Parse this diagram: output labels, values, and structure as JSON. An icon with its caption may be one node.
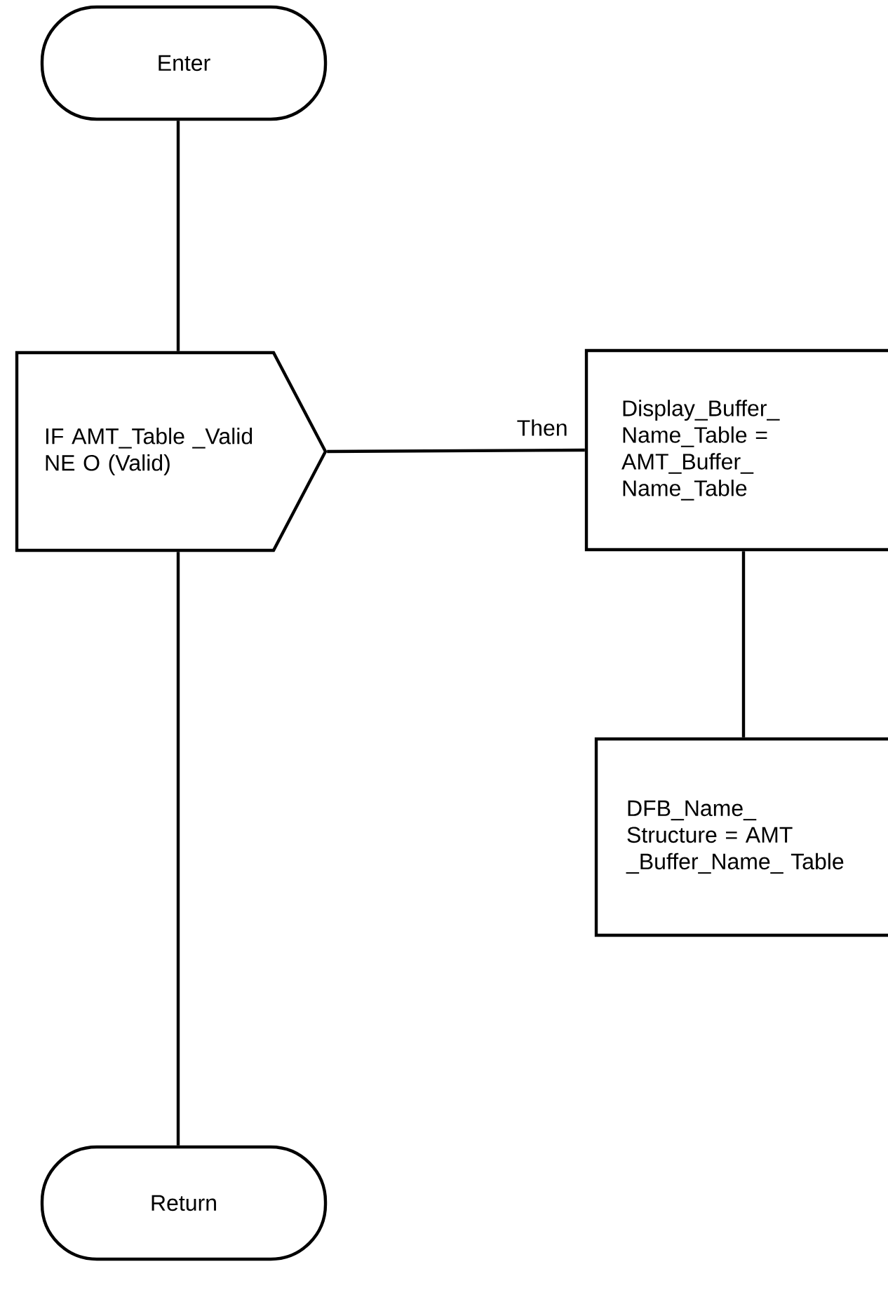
{
  "diagram": {
    "nodes": [
      {
        "text": [
          "Enter"
        ]
      },
      {
        "text": [
          "IF AMT_Table _Valid NE O (Valid)"
        ]
      },
      {
        "text": [
          "Display_Buffer_ Name_Table = AMT_Buffer_ Name_Table"
        ]
      },
      {
        "text": [
          "DFB_Name_ Structure = AMT _Buffer_Name_ Table"
        ]
      },
      {
        "text": [
          "Return"
        ]
      }
    ],
    "edges": [
      {
        "from": 0,
        "to": 1,
        "arrow": "none"
      },
      {
        "from": 1,
        "to": 2,
        "arrow": "none",
        "label": "Then"
      },
      {
        "from": 2,
        "to": 3,
        "arrow": "none"
      },
      {
        "from": 1,
        "to": 4,
        "arrow": "none"
      }
    ]
  }
}
